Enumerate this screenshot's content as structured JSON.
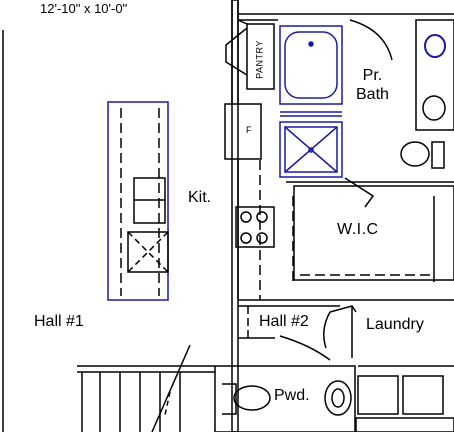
{
  "dimensions_text": "12'-10\" x 10'-0\"",
  "rooms": {
    "kitchen": "Kit.",
    "walk_in_closet": "W.I.C",
    "hall_1": "Hall #1",
    "hall_2": "Hall #2",
    "laundry": "Laundry",
    "powder_room": "Pwd.",
    "primary_bath_line1": "Pr.",
    "primary_bath_line2": "Bath",
    "pantry": "PANTRY"
  },
  "appliances": {
    "fridge": "F"
  },
  "colors": {
    "walls": "#000000",
    "highlight": "#1a1aa0",
    "background": "#ffffff"
  }
}
